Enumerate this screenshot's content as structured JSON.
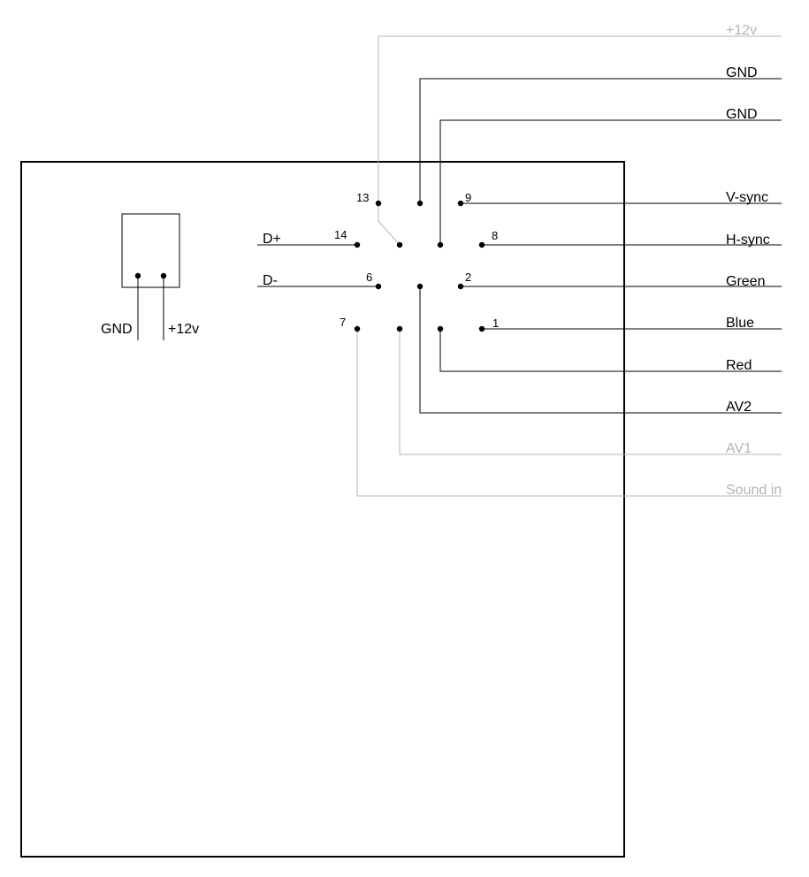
{
  "colors": {
    "ink": "#000000",
    "muted": "#b4b4b4",
    "background": "#ffffff"
  },
  "power_connector": {
    "gnd_label": "GND",
    "v12_label": "+12v"
  },
  "differential": {
    "dplus_label": "D+",
    "dminus_label": "D-"
  },
  "pins": {
    "p13": "13",
    "p14": "14",
    "p9": "9",
    "p8": "8",
    "p6": "6",
    "p2": "2",
    "p7": "7",
    "p1": "1"
  },
  "signals": [
    {
      "label": "+12v",
      "muted": true
    },
    {
      "label": "GND",
      "muted": false
    },
    {
      "label": "GND",
      "muted": false
    },
    {
      "label": "V-sync",
      "muted": false
    },
    {
      "label": "H-sync",
      "muted": false
    },
    {
      "label": "Green",
      "muted": false
    },
    {
      "label": "Blue",
      "muted": false
    },
    {
      "label": "Red",
      "muted": false
    },
    {
      "label": "AV2",
      "muted": false
    },
    {
      "label": "AV1",
      "muted": true
    },
    {
      "label": "Sound in",
      "muted": true
    }
  ]
}
